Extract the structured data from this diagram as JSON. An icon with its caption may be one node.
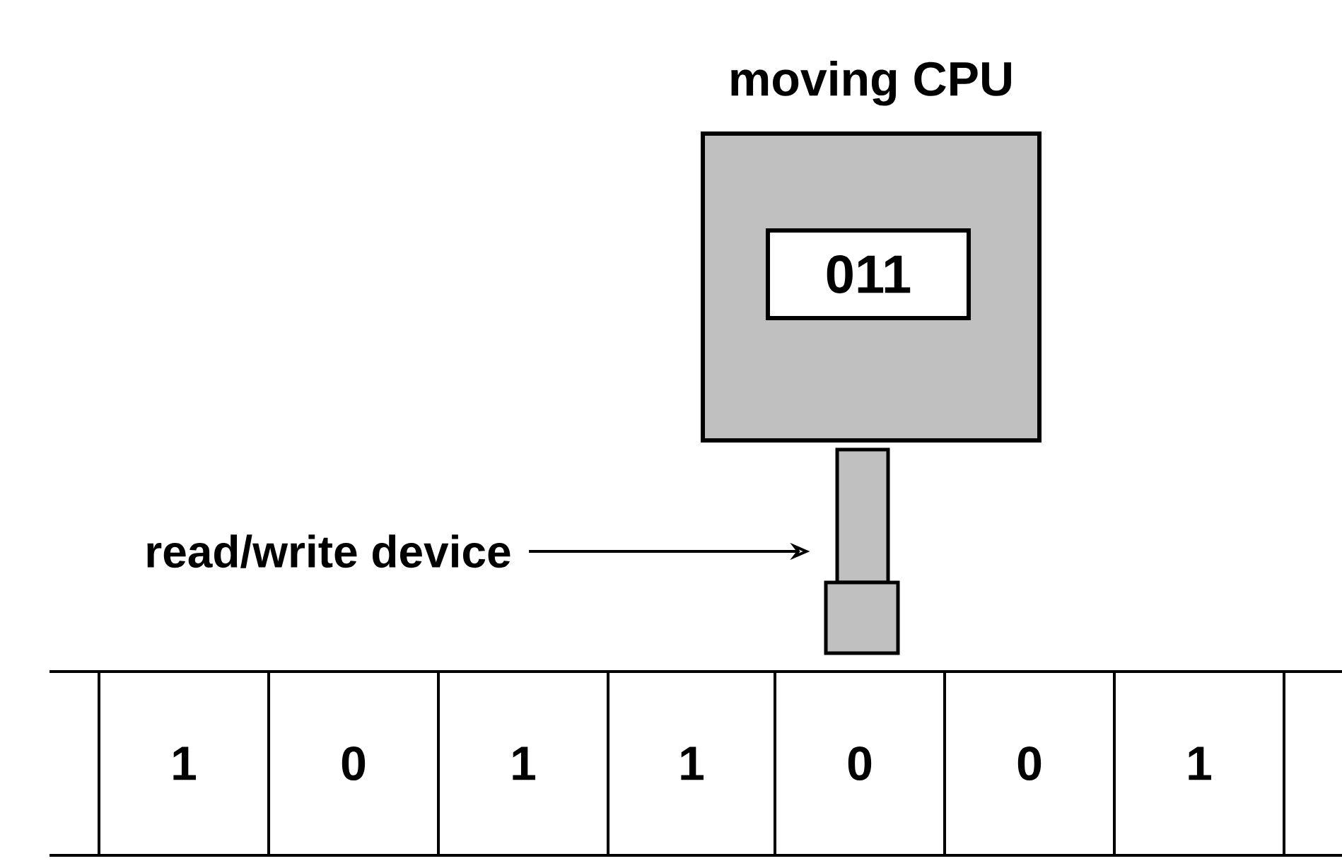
{
  "diagram": {
    "nodes": [
      {
        "text": [
          "moving CPU"
        ]
      },
      {
        "text": [
          "011"
        ],
        "in": 0
      },
      {
        "text": [
          "read/write device"
        ]
      },
      {
        "text": [],
        "shape": "box"
      },
      {
        "text": [
          "1"
        ]
      },
      {
        "text": [
          "0"
        ]
      },
      {
        "text": [
          "1"
        ]
      },
      {
        "text": [
          "1"
        ]
      },
      {
        "text": [
          "0"
        ]
      },
      {
        "text": [
          "0"
        ]
      },
      {
        "text": [
          "1"
        ]
      }
    ],
    "edges": [
      {
        "from": 2,
        "to": 3,
        "arrow": "to"
      }
    ]
  }
}
